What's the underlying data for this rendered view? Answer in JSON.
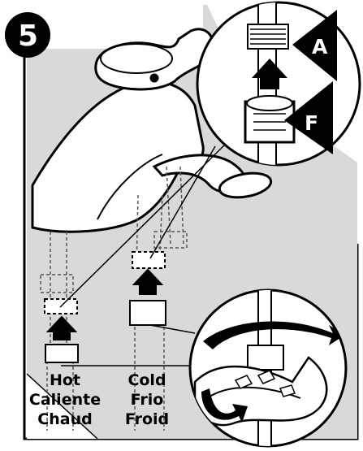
{
  "step": {
    "number": "5"
  },
  "callouts": {
    "a": "A",
    "f": "F"
  },
  "labels": {
    "hot": [
      "Hot",
      "Caliente",
      "Chaud"
    ],
    "cold": [
      "Cold",
      "Frio",
      "Froid"
    ]
  },
  "colors": {
    "panel_gray": "#d9d9d9",
    "ink": "#000000",
    "paper": "#ffffff"
  }
}
